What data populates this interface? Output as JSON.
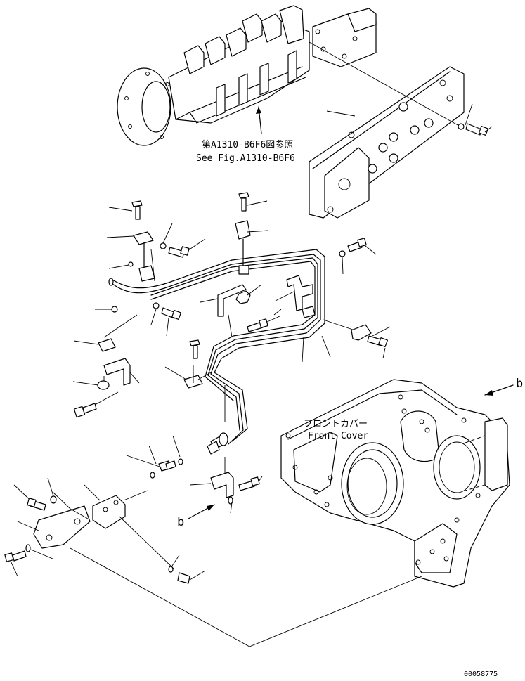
{
  "reference": {
    "jp": "第A1310-B6F6図参照",
    "en": "See Fig.A1310-B6F6"
  },
  "front_cover": {
    "jp": "フロントカバー",
    "en": "Front Cover"
  },
  "view_marks": {
    "b_upper": "b",
    "b_lower": "b"
  },
  "drawing_number": "00058775"
}
